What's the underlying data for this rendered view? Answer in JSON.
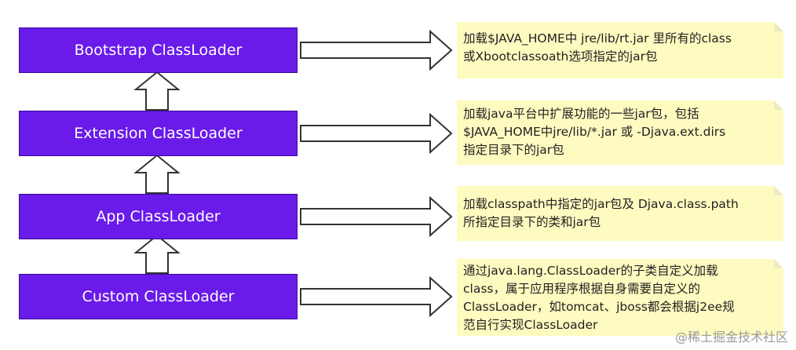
{
  "colors": {
    "loader_fill": "#6a1bea",
    "note_fill": "#fefbc0",
    "arrow_stroke": "#333333"
  },
  "loaders": [
    {
      "label": "Bootstrap ClassLoader",
      "icon": "right-hollow-arrow"
    },
    {
      "label": "Extension ClassLoader",
      "icon": "right-hollow-arrow"
    },
    {
      "label": "App ClassLoader",
      "icon": "right-hollow-arrow"
    },
    {
      "label": "Custom ClassLoader",
      "icon": "right-hollow-arrow"
    }
  ],
  "notes": [
    {
      "lines": [
        "加载$JAVA_HOME中 jre/lib/rt.jar 里所有的class",
        "或Xbootclassoath选项指定的jar包"
      ]
    },
    {
      "lines": [
        "加载java平台中扩展功能的一些jar包，包括",
        "$JAVA_HOME中jre/lib/*.jar 或 -Djava.ext.dirs",
        "指定目录下的jar包"
      ]
    },
    {
      "lines": [
        "加载classpath中指定的jar包及 Djava.class.path",
        "所指定目录下的类和jar包"
      ]
    },
    {
      "lines": [
        "通过java.lang.ClassLoader的子类自定义加载",
        "class，属于应用程序根据自身需要自定义的",
        "ClassLoader，如tomcat、jboss都会根据j2ee规",
        "范自行实现ClassLoader"
      ]
    }
  ],
  "up_arrows": [
    "up-hollow-arrow",
    "up-hollow-arrow",
    "up-hollow-arrow"
  ],
  "watermark": "@稀土掘金技术社区"
}
